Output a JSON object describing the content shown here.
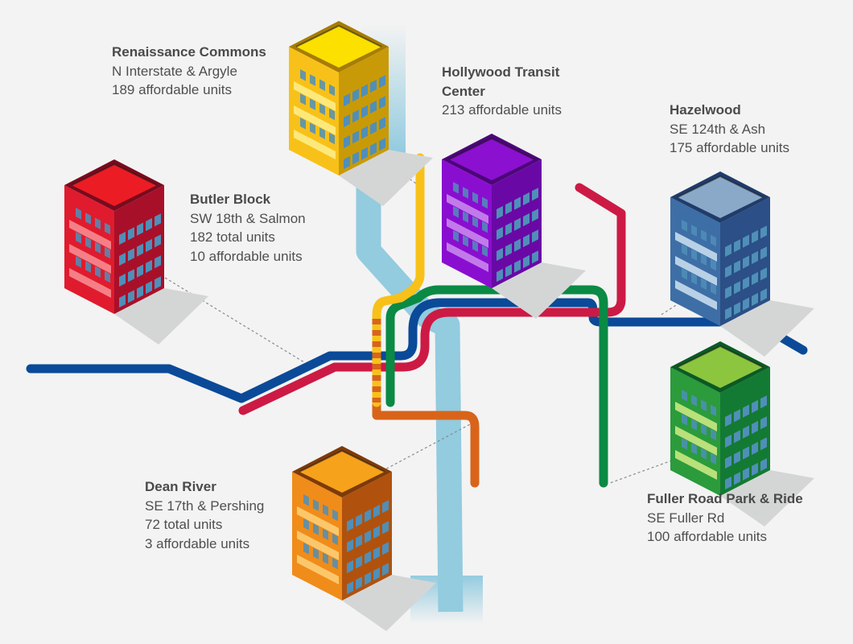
{
  "palette": {
    "background": "#f3f3f3",
    "river": "#93cbdf",
    "shadow": "#d4d6d6",
    "leader": "#888888",
    "window": "#4f8fb8"
  },
  "lines": [
    {
      "name": "blue",
      "color": "#0a4a98"
    },
    {
      "name": "red",
      "color": "#cc1a45"
    },
    {
      "name": "green",
      "color": "#0a8a44"
    },
    {
      "name": "yellow",
      "color": "#f8c119"
    },
    {
      "name": "orange",
      "color": "#d8641a"
    }
  ],
  "stations": [
    {
      "id": "renaissance-commons",
      "name": "Renaissance Commons",
      "lines": [
        "N Interstate & Argyle",
        "189 affordable units"
      ],
      "icon": "building-icon",
      "colors": {
        "top": "#fbe000",
        "left": "#f8c119",
        "right": "#c99a07",
        "edge": "#a67c05",
        "accent": "#fde87a"
      }
    },
    {
      "id": "hollywood-transit-center",
      "name": "Hollywood Transit Center",
      "name_lines": [
        "Hollywood Transit",
        "Center"
      ],
      "lines": [
        "213 affordable units"
      ],
      "icon": "building-icon",
      "colors": {
        "top": "#8b10d0",
        "left": "#8a0ed0",
        "right": "#6a08a6",
        "edge": "#4d057a",
        "accent": "#c27aea"
      }
    },
    {
      "id": "hazelwood",
      "name": "Hazelwood",
      "lines": [
        "SE 124th & Ash",
        "175 affordable units"
      ],
      "icon": "building-icon",
      "colors": {
        "top": "#8aa9c9",
        "left": "#3e6ea6",
        "right": "#2b4f86",
        "edge": "#1f3c6a",
        "accent": "#b9d1e6"
      }
    },
    {
      "id": "butler-block",
      "name": "Butler Block",
      "lines": [
        "SW 18th & Salmon",
        "182 total units",
        "10 affordable units"
      ],
      "icon": "building-icon",
      "colors": {
        "top": "#ec1c24",
        "left": "#e01b2e",
        "right": "#a8102a",
        "edge": "#7a0a1d",
        "accent": "#f57f86"
      }
    },
    {
      "id": "dean-river",
      "name": "Dean River",
      "lines": [
        "SE 17th & Pershing",
        "72 total units",
        "3 affordable units"
      ],
      "icon": "building-icon",
      "colors": {
        "top": "#f7a21b",
        "left": "#f08c1a",
        "right": "#b0520e",
        "edge": "#7e3a08",
        "accent": "#fcc76a"
      }
    },
    {
      "id": "fuller-road-park-ride",
      "name": "Fuller Road Park & Ride",
      "lines": [
        "SE Fuller Rd",
        "100 affordable units"
      ],
      "icon": "building-icon",
      "colors": {
        "top": "#8cc63f",
        "left": "#2b9b3c",
        "right": "#137a33",
        "edge": "#0b5a24",
        "accent": "#b9e07a"
      }
    }
  ]
}
